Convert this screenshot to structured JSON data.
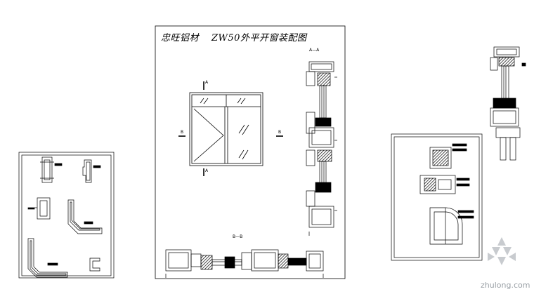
{
  "title": {
    "brand": "忠旺铝材",
    "model": "ZW50外平开窗装配图"
  },
  "section_labels": {
    "vertical_section": "A—A",
    "horizontal_section": "B—B"
  },
  "marker_letters": {
    "top": "A",
    "bottom": "A",
    "left": "B",
    "right": "B"
  },
  "watermark": {
    "text": "zhulong.com",
    "logo": "zhulong-logo"
  },
  "colors": {
    "line": "#000000",
    "background": "#ffffff",
    "watermark": "#9aa0a6"
  }
}
